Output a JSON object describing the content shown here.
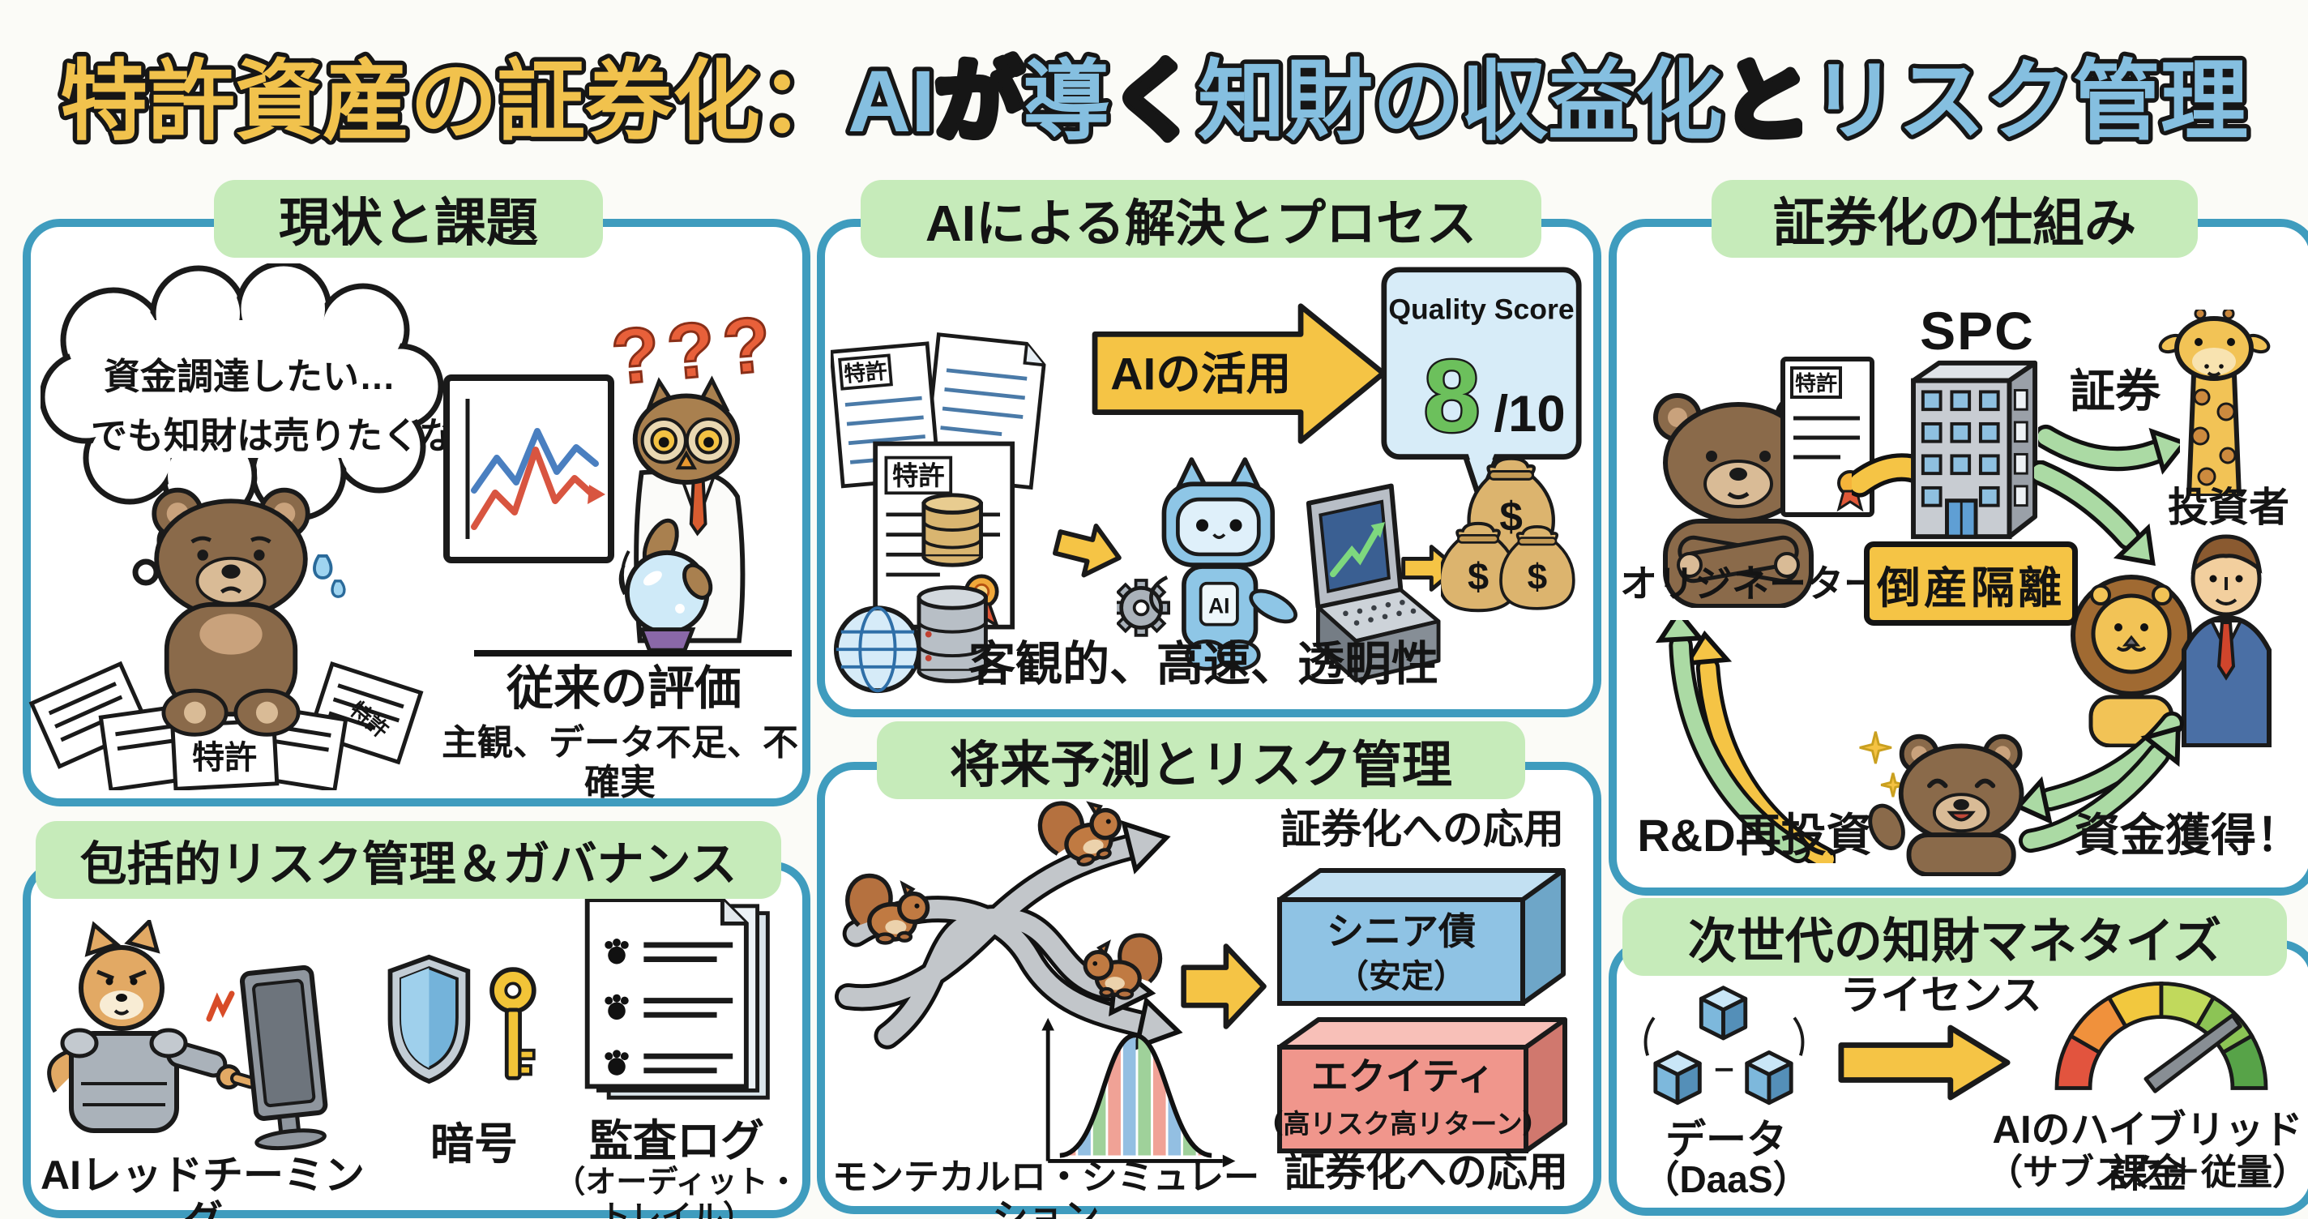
{
  "colors": {
    "gold": "#f1c24d",
    "blue": "#85bfe0",
    "ink": "#161616",
    "pill": "#c6ebba",
    "border": "#3f9cbe",
    "yellow": "#f5c445",
    "robot_blue": "#8ec6e6",
    "bubble_blue": "#d7ecf8",
    "score_green": "#6cc05c",
    "green_arrow": "#abdaa4",
    "red": "#e05838",
    "money_tan": "#d9b570",
    "senior_blue": "#8fc3e4",
    "equity_red": "#f0968c",
    "crystal_purple": "#8a68a8"
  },
  "title": {
    "segments": [
      {
        "text": "特許資産の証券化：",
        "color": "gold"
      },
      {
        "text": "AI",
        "color": "blue"
      },
      {
        "text": "が",
        "color": "ink"
      },
      {
        "text": "導",
        "color": "blue"
      },
      {
        "text": "く",
        "color": "ink"
      },
      {
        "text": "知財の収益化",
        "color": "blue"
      },
      {
        "text": "と",
        "color": "ink"
      },
      {
        "text": "リスク管理",
        "color": "blue"
      }
    ]
  },
  "panels": {
    "current": {
      "header": "現状と課題",
      "thought_line1": "資金調達したい…",
      "thought_line2": "でも知財は売りたくない",
      "question_marks": "???",
      "paper_label": "特許",
      "paper_label2": "特許",
      "caption": "従来の評価",
      "subcaption": "主観、データ不足、不確実"
    },
    "ai_process": {
      "header": "AIによる解決とプロセス",
      "doc_label": "特許",
      "doc_label2": "特許",
      "arrow_label": "AIの活用",
      "quality_label": "Quality Score",
      "score": "8",
      "score_denom": "/10",
      "robot_chest": "AI",
      "money_symbol": "$",
      "caption": "客観的、高速、透明性"
    },
    "securitization": {
      "header": "証券化の仕組み",
      "doc_label": "特許",
      "spc": "SPC",
      "isolation": "倒産隔離",
      "originator": "オリジネーター",
      "securities": "証券",
      "investors": "投資者",
      "rd_reinvest": "R&D再投資",
      "funds": "資金獲得！"
    },
    "governance": {
      "header": "包括的リスク管理＆ガバナンス",
      "red_teaming": "AIレッドチーミング",
      "crypto": "暗号",
      "audit": "監査ログ",
      "audit_sub": "（オーディット・トレイル）"
    },
    "forecast": {
      "header": "将来予測とリスク管理",
      "application_top": "証券化への応用",
      "senior_line1": "シニア債",
      "senior_line2": "（安定）",
      "equity_line1": "エクイティ",
      "equity_line2": "（高リスク高リターン）",
      "monte_carlo": "モンテカルロ・シミュレーション",
      "application_bottom": "証券化への応用"
    },
    "monetize": {
      "header": "次世代の知財マネタイズ",
      "license": "ライセンス",
      "data_line1": "データ",
      "data_line2": "（DaaS）",
      "billing_line1": "AIのハイブリッド課金",
      "billing_line2": "（サブスク＋従量）"
    }
  }
}
